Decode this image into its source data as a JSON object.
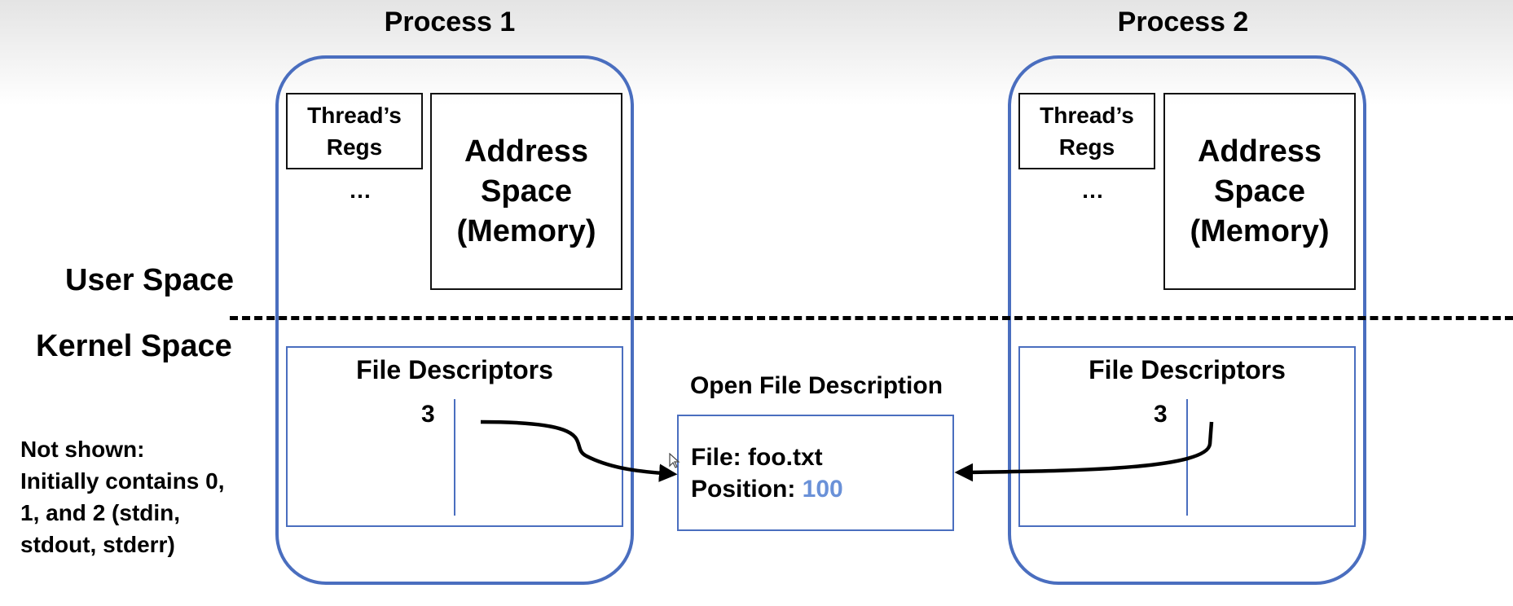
{
  "process1": {
    "title": "Process 1",
    "regs_line1": "Thread’s",
    "regs_line2": "Regs",
    "ellipsis": "…",
    "addr_line1": "Address",
    "addr_line2": "Space",
    "addr_line3": "(Memory)",
    "fd_title": "File Descriptors",
    "fd_number": "3"
  },
  "process2": {
    "title": "Process 2",
    "regs_line1": "Thread’s",
    "regs_line2": "Regs",
    "ellipsis": "…",
    "addr_line1": "Address",
    "addr_line2": "Space",
    "addr_line3": "(Memory)",
    "fd_title": "File Descriptors",
    "fd_number": "3"
  },
  "labels": {
    "user_space": "User Space",
    "kernel_space": "Kernel Space"
  },
  "open_file_description": {
    "title": "Open File Description",
    "file_line": "File: foo.txt",
    "position_label": "Position:",
    "position_value": "100"
  },
  "note": {
    "line1": "Not shown:",
    "line2": "Initially contains 0,",
    "line3": "1, and 2 (stdin,",
    "line4": "stdout, stderr)"
  },
  "colors": {
    "process_border": "#4a6ebf",
    "position_value": "#6a91d8"
  }
}
